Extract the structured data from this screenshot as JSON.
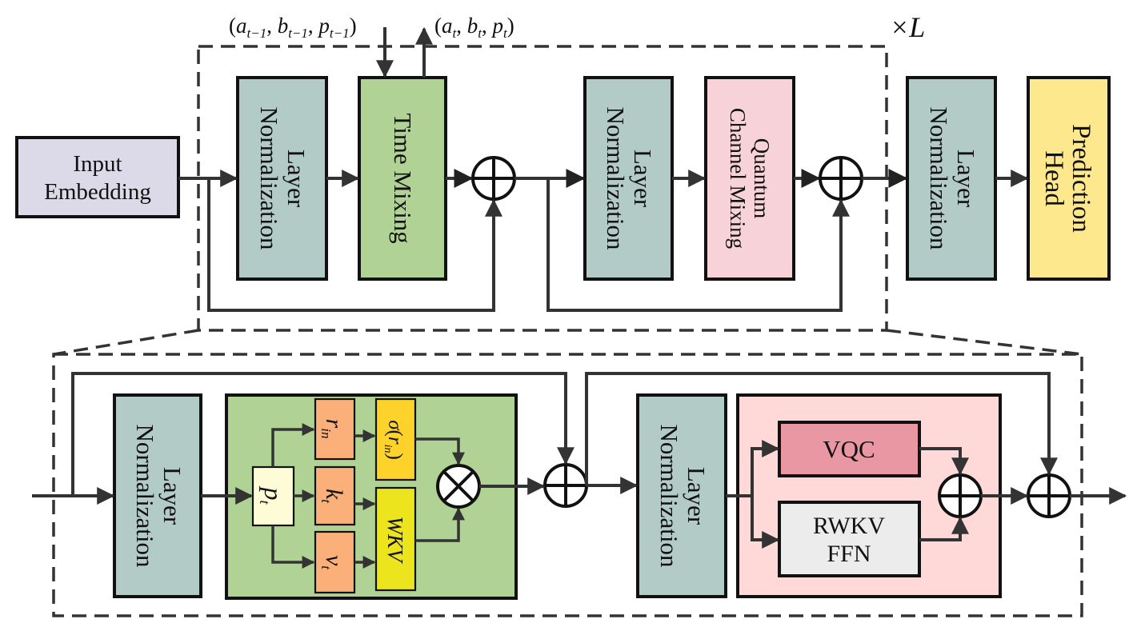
{
  "top": {
    "input_embedding": [
      "Input",
      "Embedding"
    ],
    "layer_norm": [
      "Layer",
      "Normalization"
    ],
    "time_mixing": "Time Mixing",
    "channel_mixing": [
      "Quantum",
      "Channel Mixing"
    ],
    "prediction_head": [
      "Prediction",
      "Head"
    ],
    "repeat_label": "×L",
    "state_in": "(a_{t−1}, b_{t−1}, p_{t−1})",
    "state_out": "(a_t, b_t, p_t)"
  },
  "bottom": {
    "layer_norm": [
      "Layer",
      "Normalization"
    ],
    "p": "p_t",
    "r": "r_in",
    "k": "k_t",
    "v": "v_t",
    "sigma": "σ(r_in)",
    "wkv": "WKV",
    "vqc": "VQC",
    "rwkv_ffn": [
      "RWKV",
      "FFN"
    ]
  },
  "colors": {
    "input_embedding": "#dcdae8",
    "layer_norm": "#b3cbc7",
    "time_mixing": "#b0d294",
    "channel_mixing": "#f7d2d8",
    "prediction_head": "#fde88e",
    "r_k_v": "#fbb07a",
    "p": "#fdfcd7",
    "sigma": "#fdd22a",
    "wkv": "#ece51d",
    "vqc": "#e997a3",
    "rwkv_ffn": "#ececec",
    "channel_panel": "#ffd8d8"
  }
}
